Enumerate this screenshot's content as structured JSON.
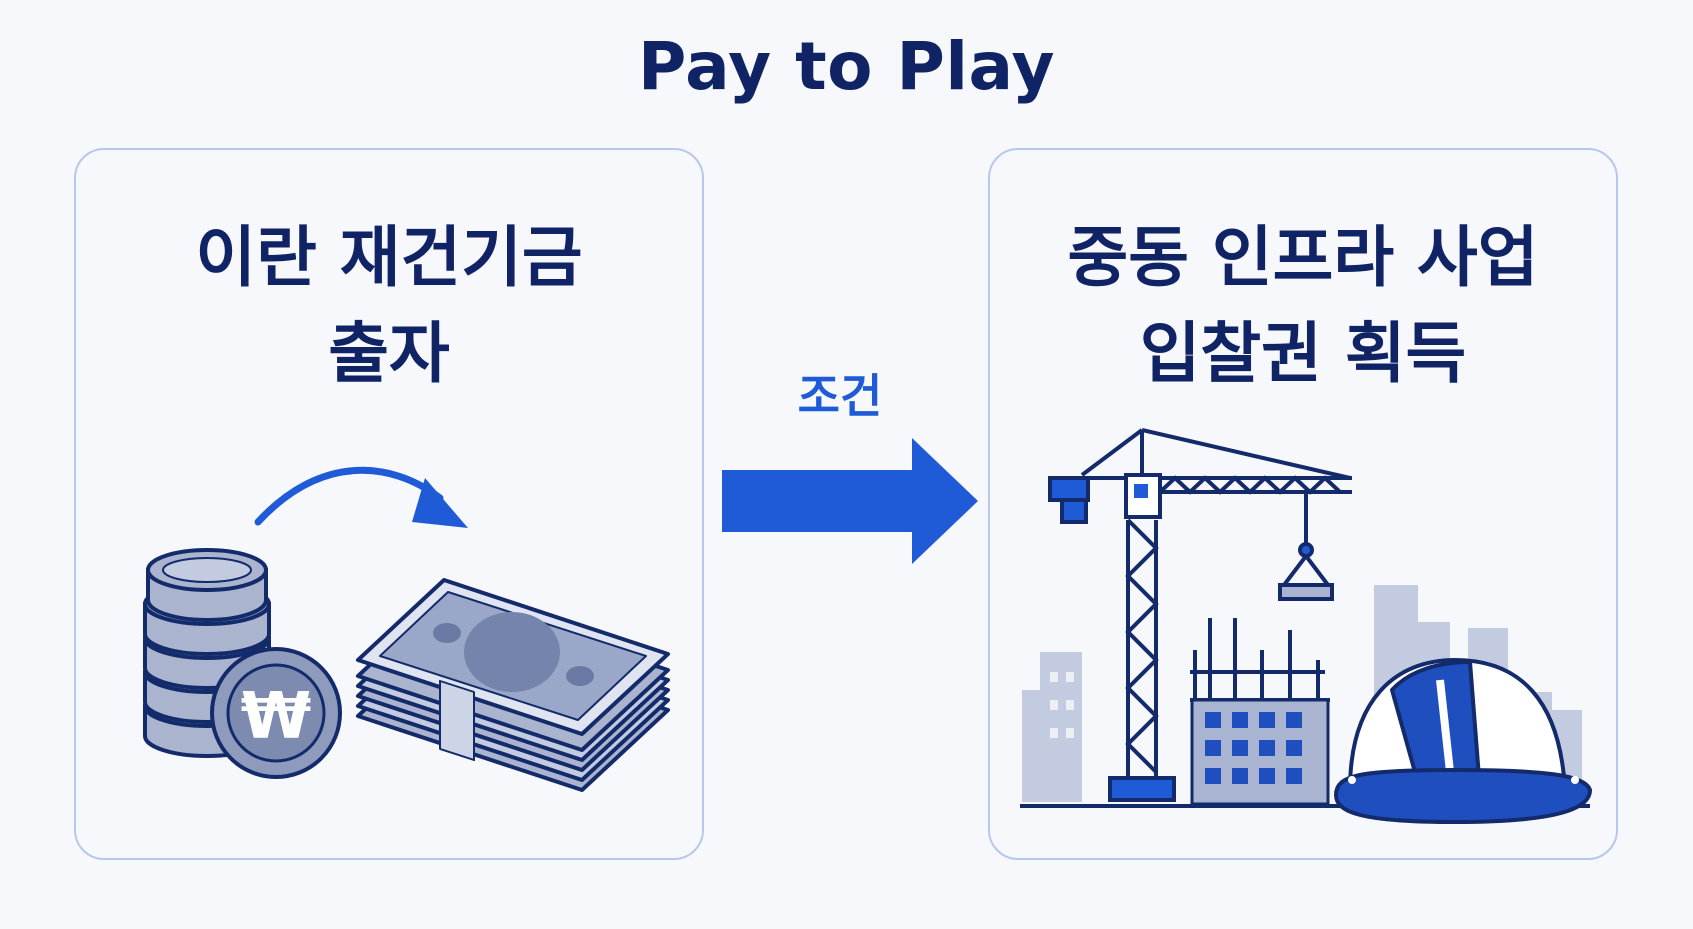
{
  "title": "Pay to Play",
  "left_panel": {
    "line1": "이란 재건기금",
    "line2": "출자",
    "coin_symbol": "₩"
  },
  "connector": {
    "label": "조건"
  },
  "right_panel": {
    "line1": "중동 인프라 사업",
    "line2": "입찰권 획득"
  },
  "colors": {
    "navy": "#0f2365",
    "blue": "#1f5bd6",
    "panel_border": "#b8c8ea",
    "slate": "#8e9bbd"
  }
}
